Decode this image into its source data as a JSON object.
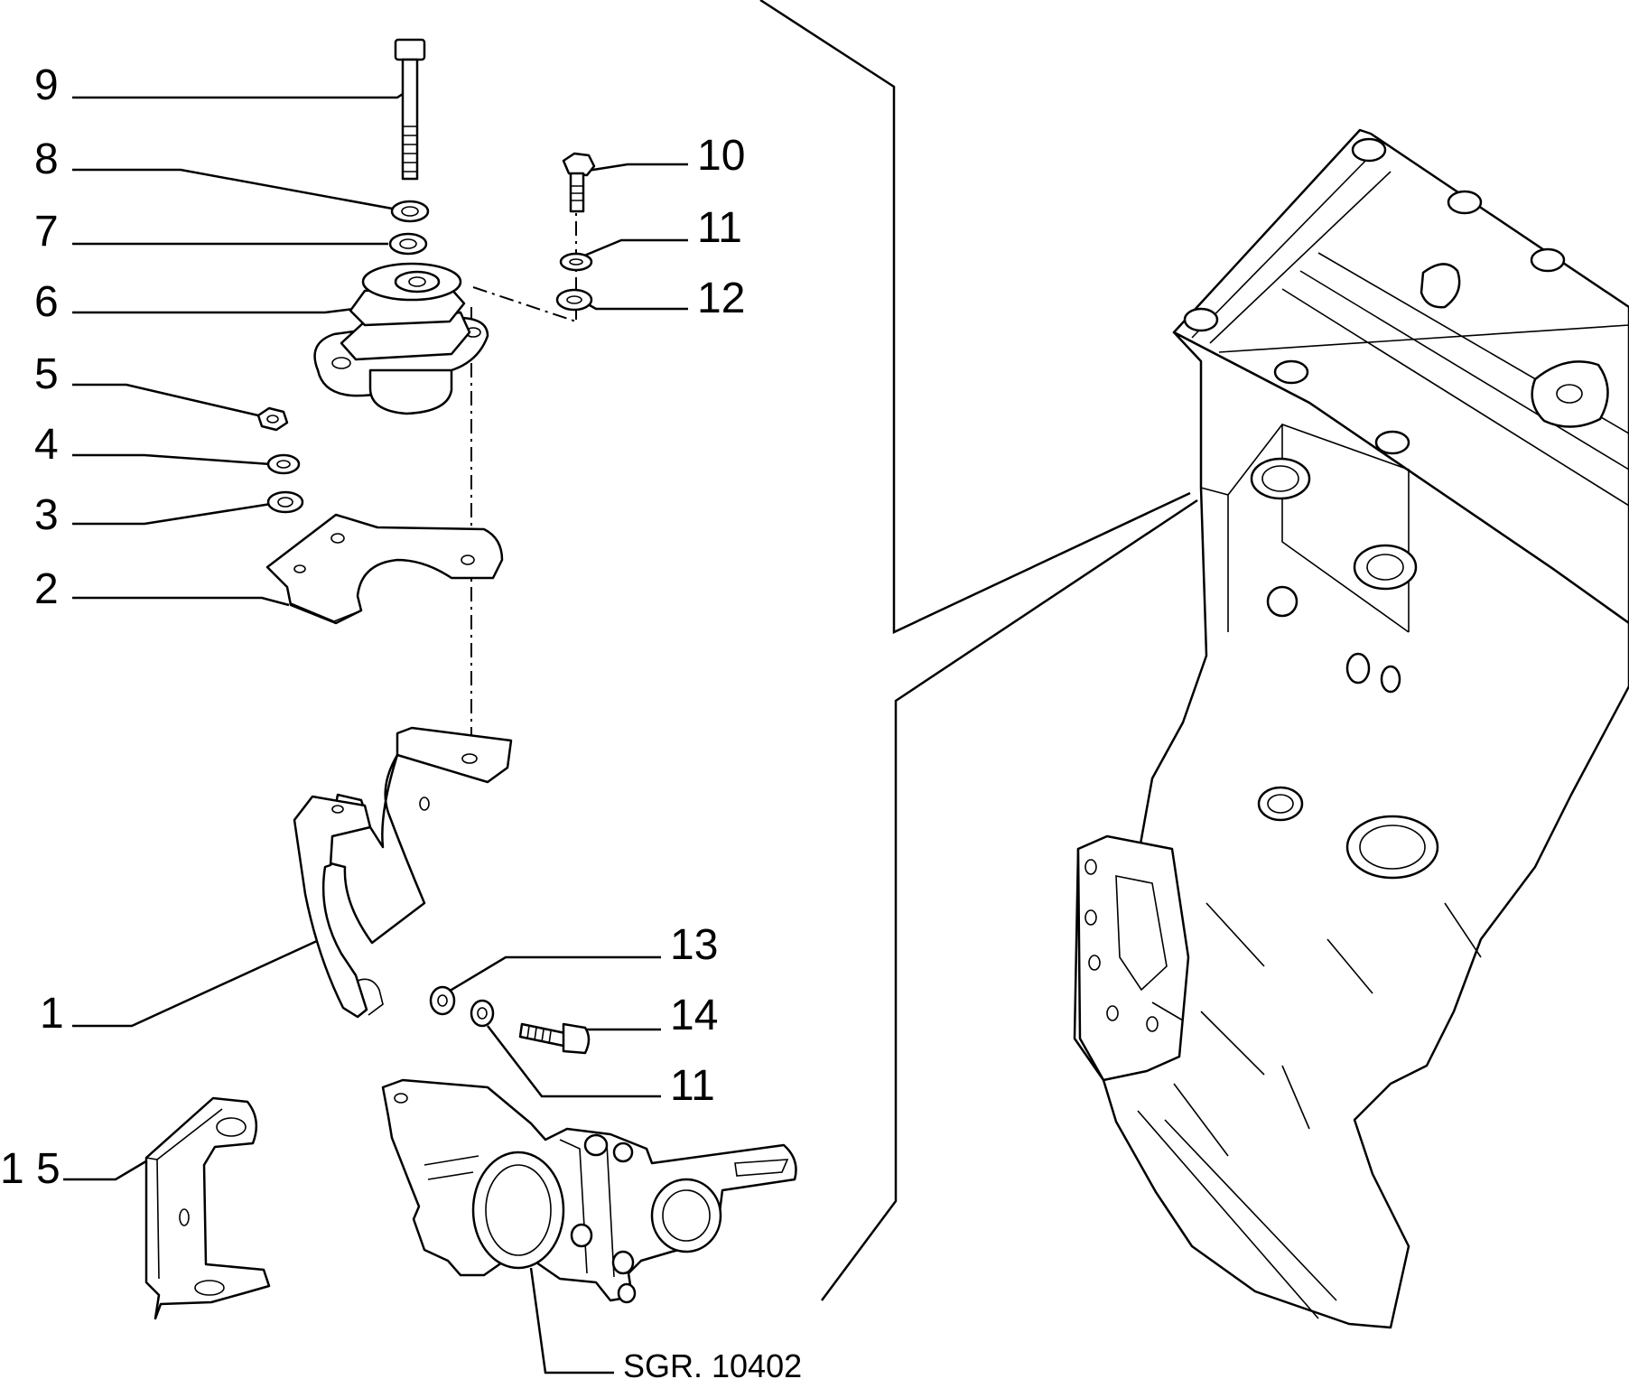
{
  "callouts": [
    {
      "id": "9",
      "label": "9"
    },
    {
      "id": "8",
      "label": "8"
    },
    {
      "id": "7",
      "label": "7"
    },
    {
      "id": "6",
      "label": "6"
    },
    {
      "id": "5",
      "label": "5"
    },
    {
      "id": "4",
      "label": "4"
    },
    {
      "id": "3",
      "label": "3"
    },
    {
      "id": "2",
      "label": "2"
    },
    {
      "id": "1",
      "label": "1"
    },
    {
      "id": "15",
      "label": "1 5"
    },
    {
      "id": "10",
      "label": "10"
    },
    {
      "id": "11a",
      "label": "11"
    },
    {
      "id": "12",
      "label": "12"
    },
    {
      "id": "13",
      "label": "13"
    },
    {
      "id": "14",
      "label": "14"
    },
    {
      "id": "11b",
      "label": "11"
    }
  ],
  "reference_code": "SGR. 10402"
}
